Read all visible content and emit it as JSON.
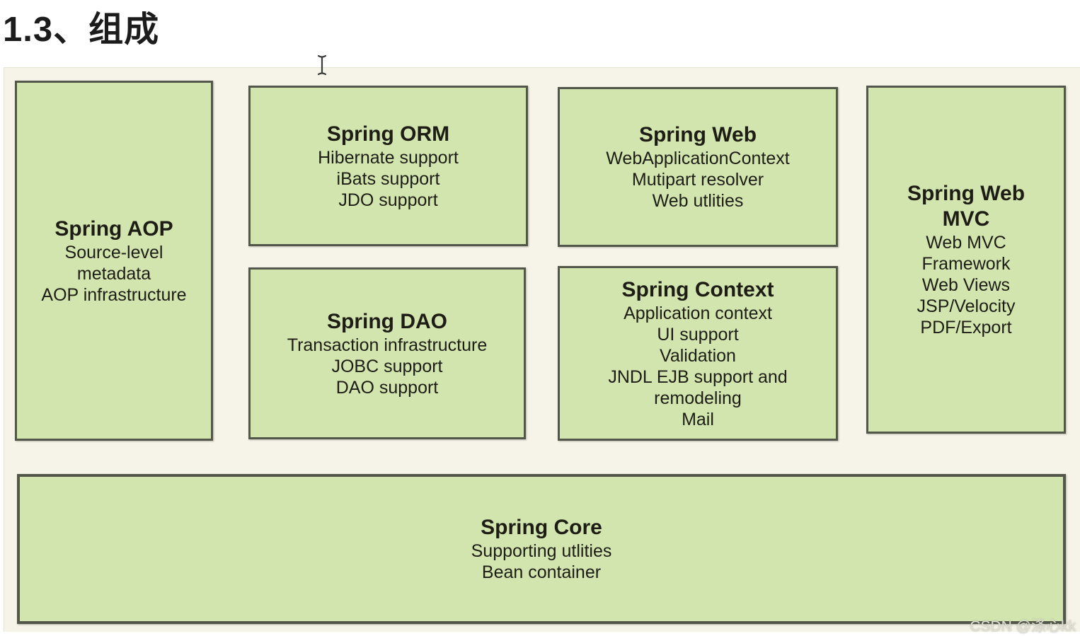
{
  "page": {
    "heading": "1.3、组成",
    "watermark": "CSDN @涤心kk"
  },
  "colors": {
    "panel_background": "#f6f4e8",
    "box_background": "#d3e5ae",
    "box_border": "#53574a",
    "text": "#1d1d16",
    "page_background": "#ffffff"
  },
  "cursor": {
    "type": "i-beam-text-cursor"
  },
  "diagram": {
    "aop": {
      "title": "Spring AOP",
      "body": "Source-level\nmetadata\nAOP infrastructure"
    },
    "orm": {
      "title": "Spring ORM",
      "body": "Hibernate support\niBats support\nJDO support"
    },
    "web": {
      "title": "Spring Web",
      "body": "WebApplicationContext\nMutipart resolver\nWeb utlities"
    },
    "mvc": {
      "title": "Spring Web\nMVC",
      "body": "Web MVC\nFramework\nWeb Views\nJSP/Velocity\nPDF/Export"
    },
    "dao": {
      "title": "Spring DAO",
      "body": "Transaction infrastructure\nJOBC support\nDAO support"
    },
    "context": {
      "title": "Spring Context",
      "body": "Application context\nUI support\nValidation\nJNDL EJB support and\nremodeling\nMail"
    },
    "core": {
      "title": "Spring Core",
      "body": "Supporting utlities\nBean container"
    }
  }
}
